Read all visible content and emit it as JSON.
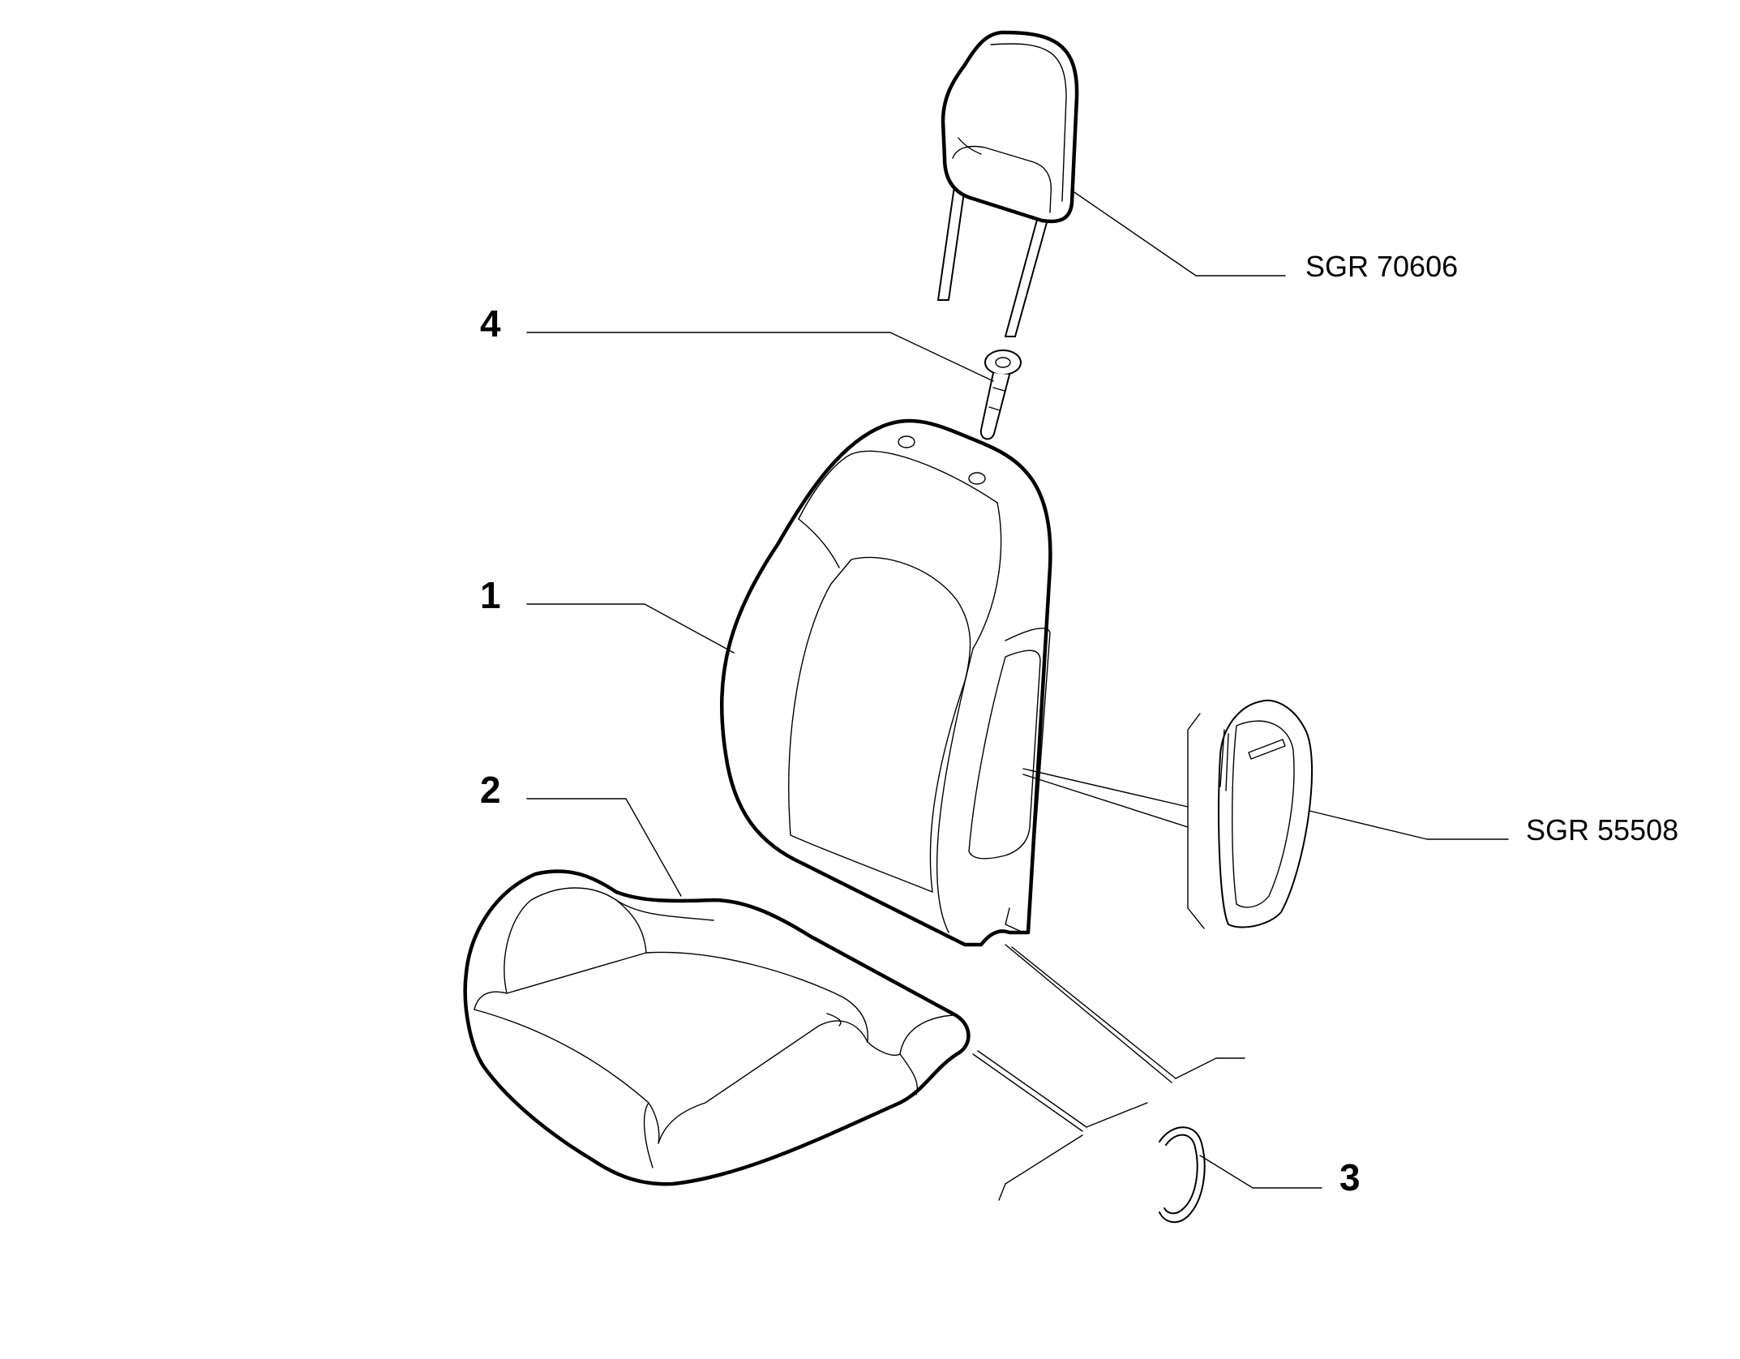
{
  "callouts": {
    "part_1": "1",
    "part_2": "2",
    "part_3": "3",
    "part_4": "4"
  },
  "references": {
    "headrest": "SGR 70606",
    "side_airbag": "SGR 55508"
  }
}
